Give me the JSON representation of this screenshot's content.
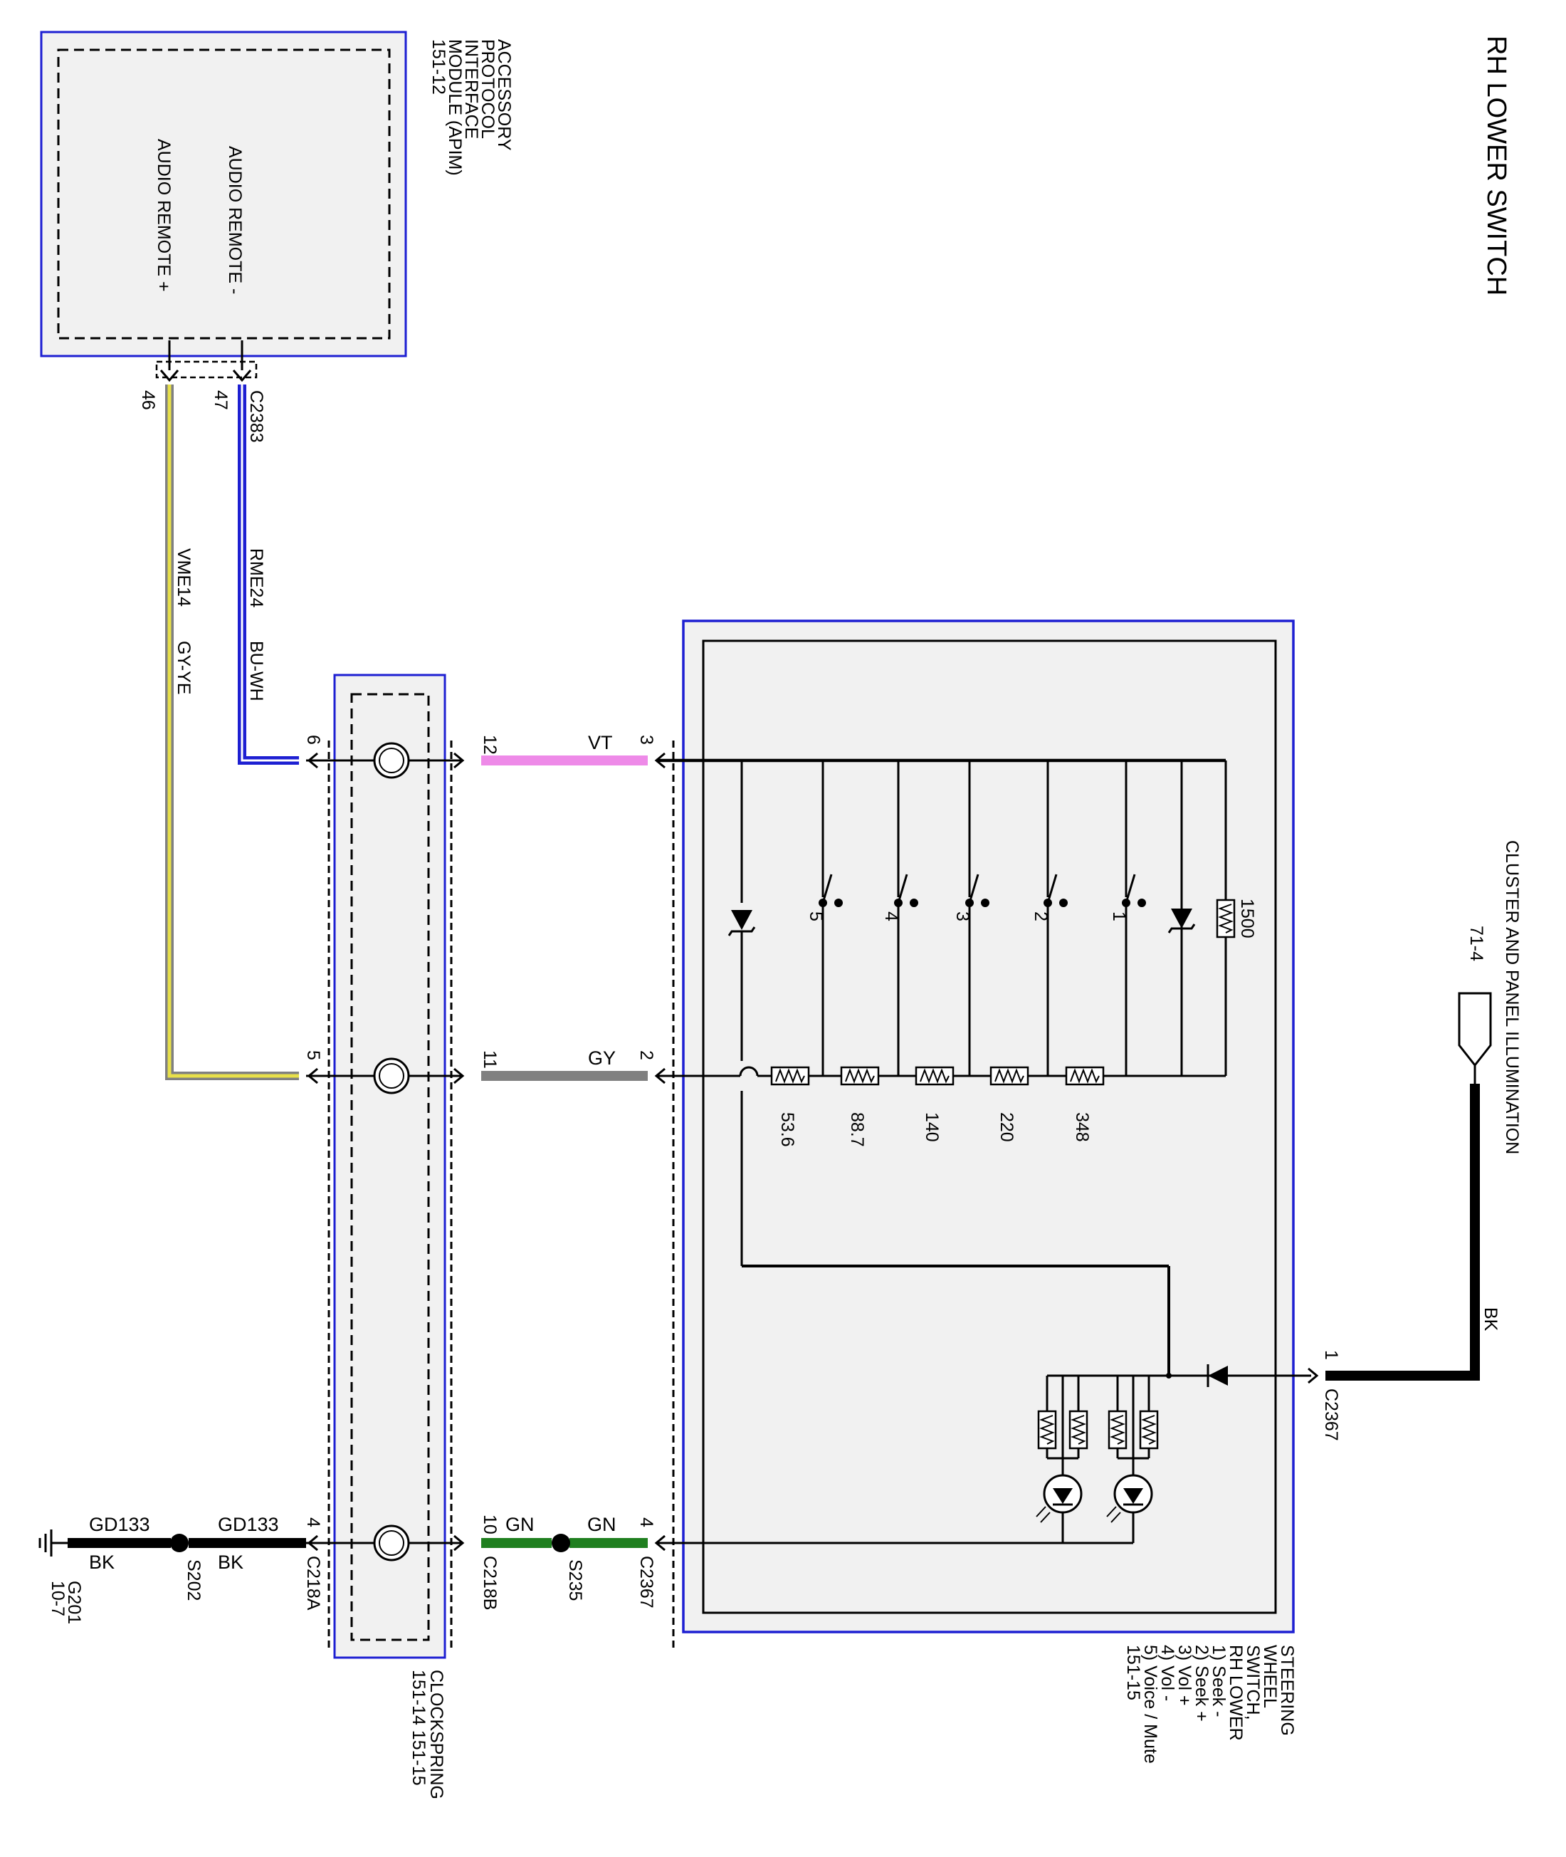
{
  "title": "RH LOWER SWITCH",
  "colors": {
    "module_border": "#1d1fd2",
    "module_fill": "#f1f1f1",
    "wire_black": "#000000",
    "wire_bu_wh": "#1d1fd2",
    "wire_gy_ye": "#e8e04a",
    "wire_vt": "#ee8ae8",
    "wire_gy": "#808080",
    "wire_gn": "#1f7f1f"
  },
  "apim": {
    "name_lines": [
      "ACCESSORY",
      "PROTOCOL",
      "INTERFACE",
      "MODULE (APIM)",
      "151-12"
    ],
    "pin_minus_label": "AUDIO REMOTE -",
    "pin_plus_label": "AUDIO REMOTE +",
    "connector": "C2383",
    "pin_minus": "47",
    "pin_plus": "46"
  },
  "wires": {
    "rme24": {
      "circuit": "RME24",
      "color": "BU-WH"
    },
    "vme14": {
      "circuit": "VME14",
      "color": "GY-YE"
    },
    "vt": "VT",
    "gy": "GY",
    "gn_left": "GN",
    "gn_right": "GN",
    "gd133_left": {
      "circuit": "GD133",
      "color": "BK"
    },
    "gd133_right": {
      "circuit": "GD133",
      "color": "BK"
    },
    "bk_illum": "BK"
  },
  "clockspring": {
    "name": "CLOCKSPRING",
    "refs": "151-14   151-15",
    "pins_left": [
      "6",
      "5",
      "4"
    ],
    "pins_right": [
      "12",
      "11",
      "10"
    ],
    "connector_left": "C218A",
    "connector_right": "C218B"
  },
  "splices": {
    "s202": "S202",
    "s235": "S235"
  },
  "ground": {
    "id": "G201",
    "ref": "10-7"
  },
  "switch": {
    "name_lines": [
      "STEERING",
      "WHEEL",
      "SWITCH,",
      "RH LOWER",
      "1) Seek -",
      "2) Seek +",
      "3) Vol +",
      "4) Vol -",
      "5) Voice / Mute",
      "151-15"
    ],
    "connector": "C2367",
    "pins": [
      "3",
      "2",
      "4",
      "1"
    ],
    "switch_numbers": [
      "1",
      "2",
      "3",
      "4",
      "5"
    ],
    "resistor_values": [
      "348",
      "220",
      "140",
      "88.7",
      "53.6"
    ],
    "pullup_resistor": "1500"
  },
  "illumination": {
    "name": "CLUSTER AND PANEL ILLUMINATION",
    "ref": "71-4"
  }
}
